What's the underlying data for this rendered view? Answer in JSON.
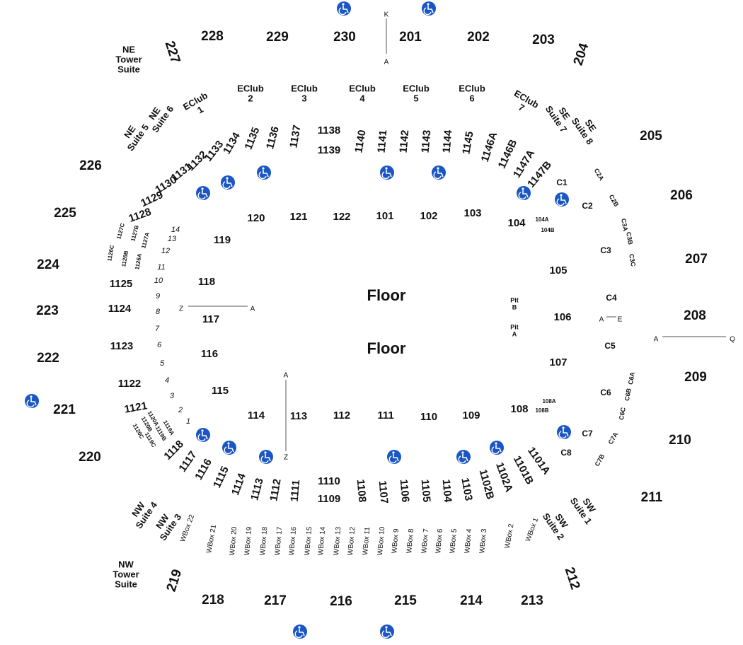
{
  "upper_sections": [
    "227",
    "228",
    "229",
    "230",
    "201",
    "202",
    "203",
    "204",
    "205",
    "206",
    "207",
    "208",
    "209",
    "210",
    "211",
    "212",
    "213",
    "214",
    "215",
    "216",
    "217",
    "218",
    "219",
    "220",
    "221",
    "222",
    "223",
    "224",
    "225",
    "226"
  ],
  "club_sections": [
    "EClub 1",
    "EClub 2",
    "EClub 3",
    "EClub 4",
    "EClub 5",
    "EClub 6",
    "EClub 7"
  ],
  "suites": [
    "NE Tower Suite",
    "NE Suite 6",
    "NE Suite 5",
    "SE Suite 7",
    "SE Suite 8",
    "SW Suite 1",
    "SW Suite 2",
    "NW Suite 4",
    "NW Suite 3",
    "NW Tower Suite"
  ],
  "lower_sections": [
    "1138",
    "1139",
    "1137",
    "1136",
    "1135",
    "1134",
    "1133",
    "1132",
    "1131",
    "1130",
    "1129",
    "1128",
    "1140",
    "1141",
    "1142",
    "1143",
    "1144",
    "1145",
    "1146A",
    "1146B",
    "1147A",
    "1147B",
    "1125",
    "1124",
    "1123",
    "1122",
    "1121",
    "1118",
    "1117",
    "1116",
    "1115",
    "1114",
    "1113",
    "1112",
    "1111",
    "1110",
    "1109",
    "1108",
    "1107",
    "1106",
    "1105",
    "1104",
    "1103",
    "1102B",
    "1102A",
    "1101B",
    "1101A"
  ],
  "small_sections": [
    "1127C",
    "1127B",
    "1127A",
    "1126C",
    "1126B",
    "1126A",
    "1120A",
    "1119A",
    "1120B",
    "1119B",
    "1120C",
    "1119C",
    "104A",
    "104B",
    "108A",
    "108B"
  ],
  "row_labels": [
    "14",
    "13",
    "12",
    "11",
    "10",
    "9",
    "8",
    "7",
    "6",
    "5",
    "4",
    "3",
    "2",
    "1"
  ],
  "floor_sections": [
    "120",
    "121",
    "122",
    "101",
    "102",
    "103",
    "104",
    "119",
    "118",
    "117",
    "116",
    "115",
    "114",
    "113",
    "112",
    "111",
    "110",
    "109",
    "108",
    "105",
    "106",
    "107"
  ],
  "c_sections": [
    "C1",
    "C2",
    "C2A",
    "C2B",
    "C3A",
    "C3B",
    "C3C",
    "C3",
    "C4",
    "C5",
    "C6",
    "C6A",
    "C6B",
    "C6C",
    "C7",
    "C7A",
    "C7B",
    "C8"
  ],
  "wbox": [
    "WBox 22",
    "WBox 21",
    "WBox 20",
    "WBox 19",
    "WBox 18",
    "WBox 17",
    "WBox 16",
    "WBox 15",
    "WBox 14",
    "WBox 13",
    "WBox 12",
    "WBox 11",
    "WBox 10",
    "WBox 9",
    "WBox 8",
    "WBox 7",
    "WBox 6",
    "WBox 5",
    "WBox 4",
    "WBox 3",
    "WBox 2",
    "WBox 1"
  ],
  "floor_label": "Floor",
  "pits": [
    "Pit B",
    "Pit A"
  ],
  "axis_markers": [
    "K",
    "A",
    "Z",
    "A",
    "A",
    "Z",
    "A",
    "E",
    "A",
    "Q"
  ],
  "icons": {
    "accessible": "wheelchair-icon",
    "accessible_color": "#1a56c4"
  }
}
